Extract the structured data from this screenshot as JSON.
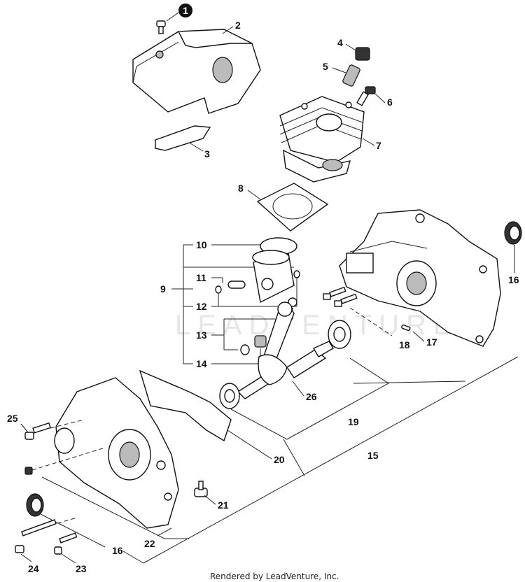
{
  "diagram": {
    "callouts": {
      "c1": "1",
      "c2": "2",
      "c3": "3",
      "c4": "4",
      "c5": "5",
      "c6": "6",
      "c7": "7",
      "c8": "8",
      "c9": "9",
      "c10": "10",
      "c11": "11",
      "c12": "12",
      "c13": "13",
      "c14": "14",
      "c15": "15",
      "c16a": "16",
      "c16b": "16",
      "c17": "17",
      "c18": "18",
      "c19": "19",
      "c20": "20",
      "c21": "21",
      "c22": "22",
      "c23": "23",
      "c24": "24",
      "c25": "25",
      "c26": "26"
    },
    "watermark": "LEADVENTURE",
    "footer": "Rendered by LeadVenture, Inc."
  }
}
